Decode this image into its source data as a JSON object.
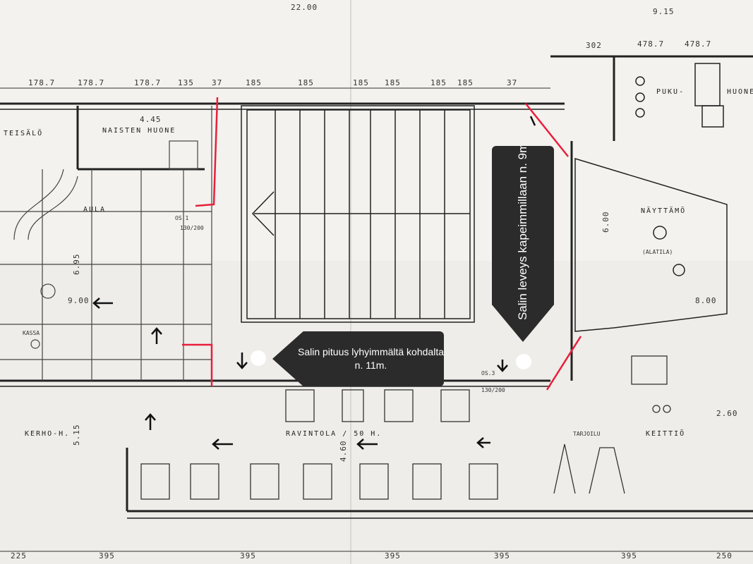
{
  "plan": {
    "top_dims": [
      "178.7",
      "178.7",
      "178.7",
      "135",
      "37",
      "185",
      "185",
      "185",
      "185",
      "185",
      "185",
      "37",
      "478.7",
      "478.7"
    ],
    "header_dims": [
      "22.00",
      "9.15",
      "302"
    ],
    "bottom_dims": [
      "225",
      "395",
      "395",
      "395",
      "395",
      "395",
      "250"
    ],
    "room_labels": {
      "naisten_huone": "NAISTEN HUONE",
      "aula": "AULA",
      "kassa": "KASSA",
      "kerho": "KERHO-H.",
      "ravintola": "RAVINTOLA / 50 H.",
      "nayttamo": "NÄYTTÄMÖ",
      "alatila": "(ALATILA)",
      "puku": "PUKU-",
      "huone": "HUONE",
      "keittio": "KEITTIÖ",
      "tarjoilu": "TARJOILU",
      "eteisalo": "TEISÄLÖ"
    },
    "misc": {
      "d445": "4.45",
      "d600": "6.00",
      "d800": "8.00",
      "d460": "4.60",
      "d260": "2.60",
      "d900": "9.00",
      "d695": "6.95",
      "d515": "5.15",
      "os1": "OS.1",
      "os1sz": "130/200",
      "os3": "OS.3",
      "os3sz": "130/200"
    }
  },
  "annotations": {
    "length_note": "Salin pituus lyhyimmältä kohdalta n. 11m.",
    "width_note": "Salin leveys kapeimmillaan n. 9m."
  }
}
